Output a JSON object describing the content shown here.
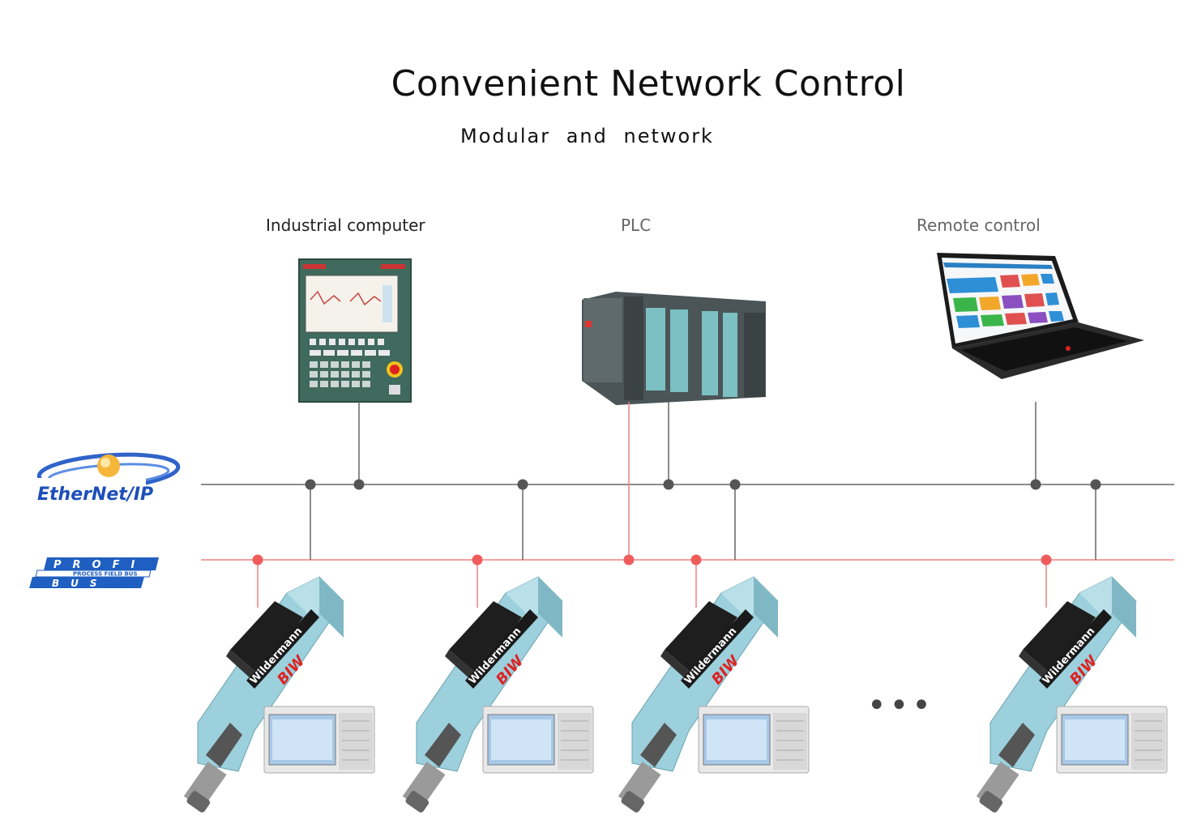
{
  "title": "Convenient Network Control",
  "subtitle": "Modular and network",
  "nodes": {
    "industrial_computer": "Industrial computer",
    "plc": "PLC",
    "remote_control": "Remote control"
  },
  "buses": {
    "ethernet": {
      "name": "EtherNet/IP",
      "color": "#555555"
    },
    "profibus": {
      "name": "PROFI BUS",
      "tagline": "PROCESS FIELD BUS",
      "color": "#f06a6a"
    }
  },
  "stations": [
    {
      "brand": "Wildermann",
      "model": "BIW"
    },
    {
      "brand": "Wildermann",
      "model": "BIW"
    },
    {
      "brand": "Wildermann",
      "model": "BIW"
    },
    {
      "brand": "Wildermann",
      "model": "BIW"
    }
  ],
  "more_indicator": "•••"
}
